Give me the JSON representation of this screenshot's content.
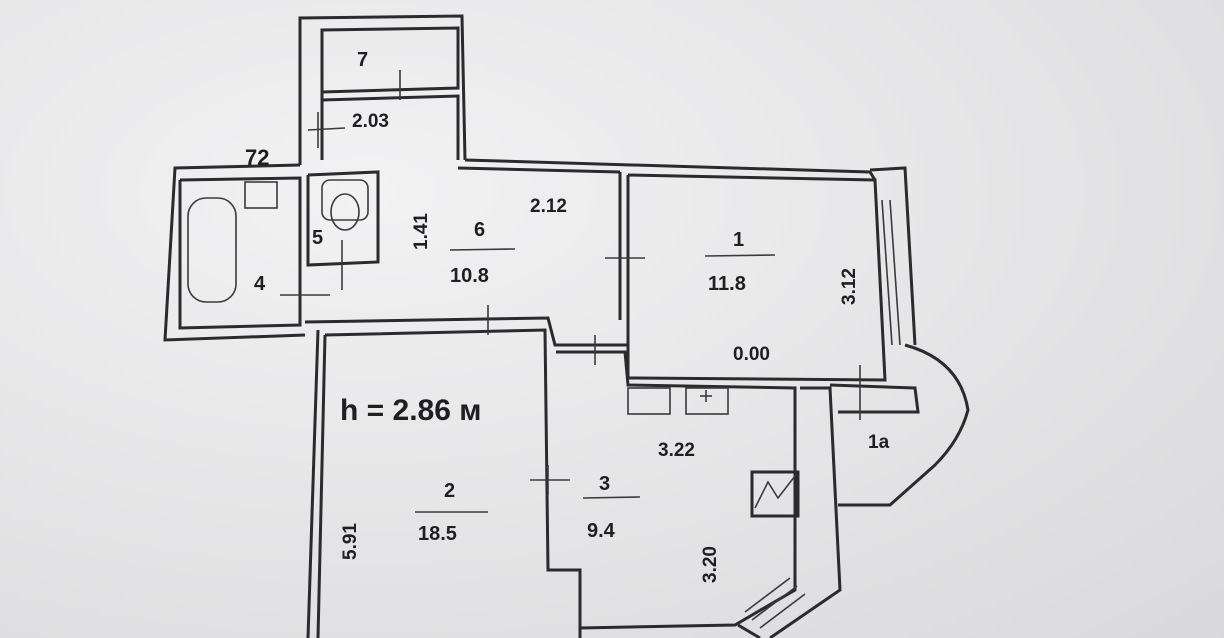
{
  "rooms": [
    {
      "id": "7",
      "area": "",
      "dim": "2.03"
    },
    {
      "id": "6",
      "area": "10.8"
    },
    {
      "id": "5"
    },
    {
      "id": "4"
    },
    {
      "id": "1",
      "area": "11.8"
    },
    {
      "id": "1a"
    },
    {
      "id": "2",
      "area": "18.5"
    },
    {
      "id": "3",
      "area": "9.4"
    }
  ],
  "dimensions": {
    "d72": "72",
    "d203": "2.03",
    "d141": "1.41",
    "d212": "2.12",
    "d312": "3.12",
    "d000": "0.00",
    "d322": "3.22",
    "d320": "3.20",
    "d591": "5.91"
  },
  "ceiling_height": "h = 2.86 м"
}
